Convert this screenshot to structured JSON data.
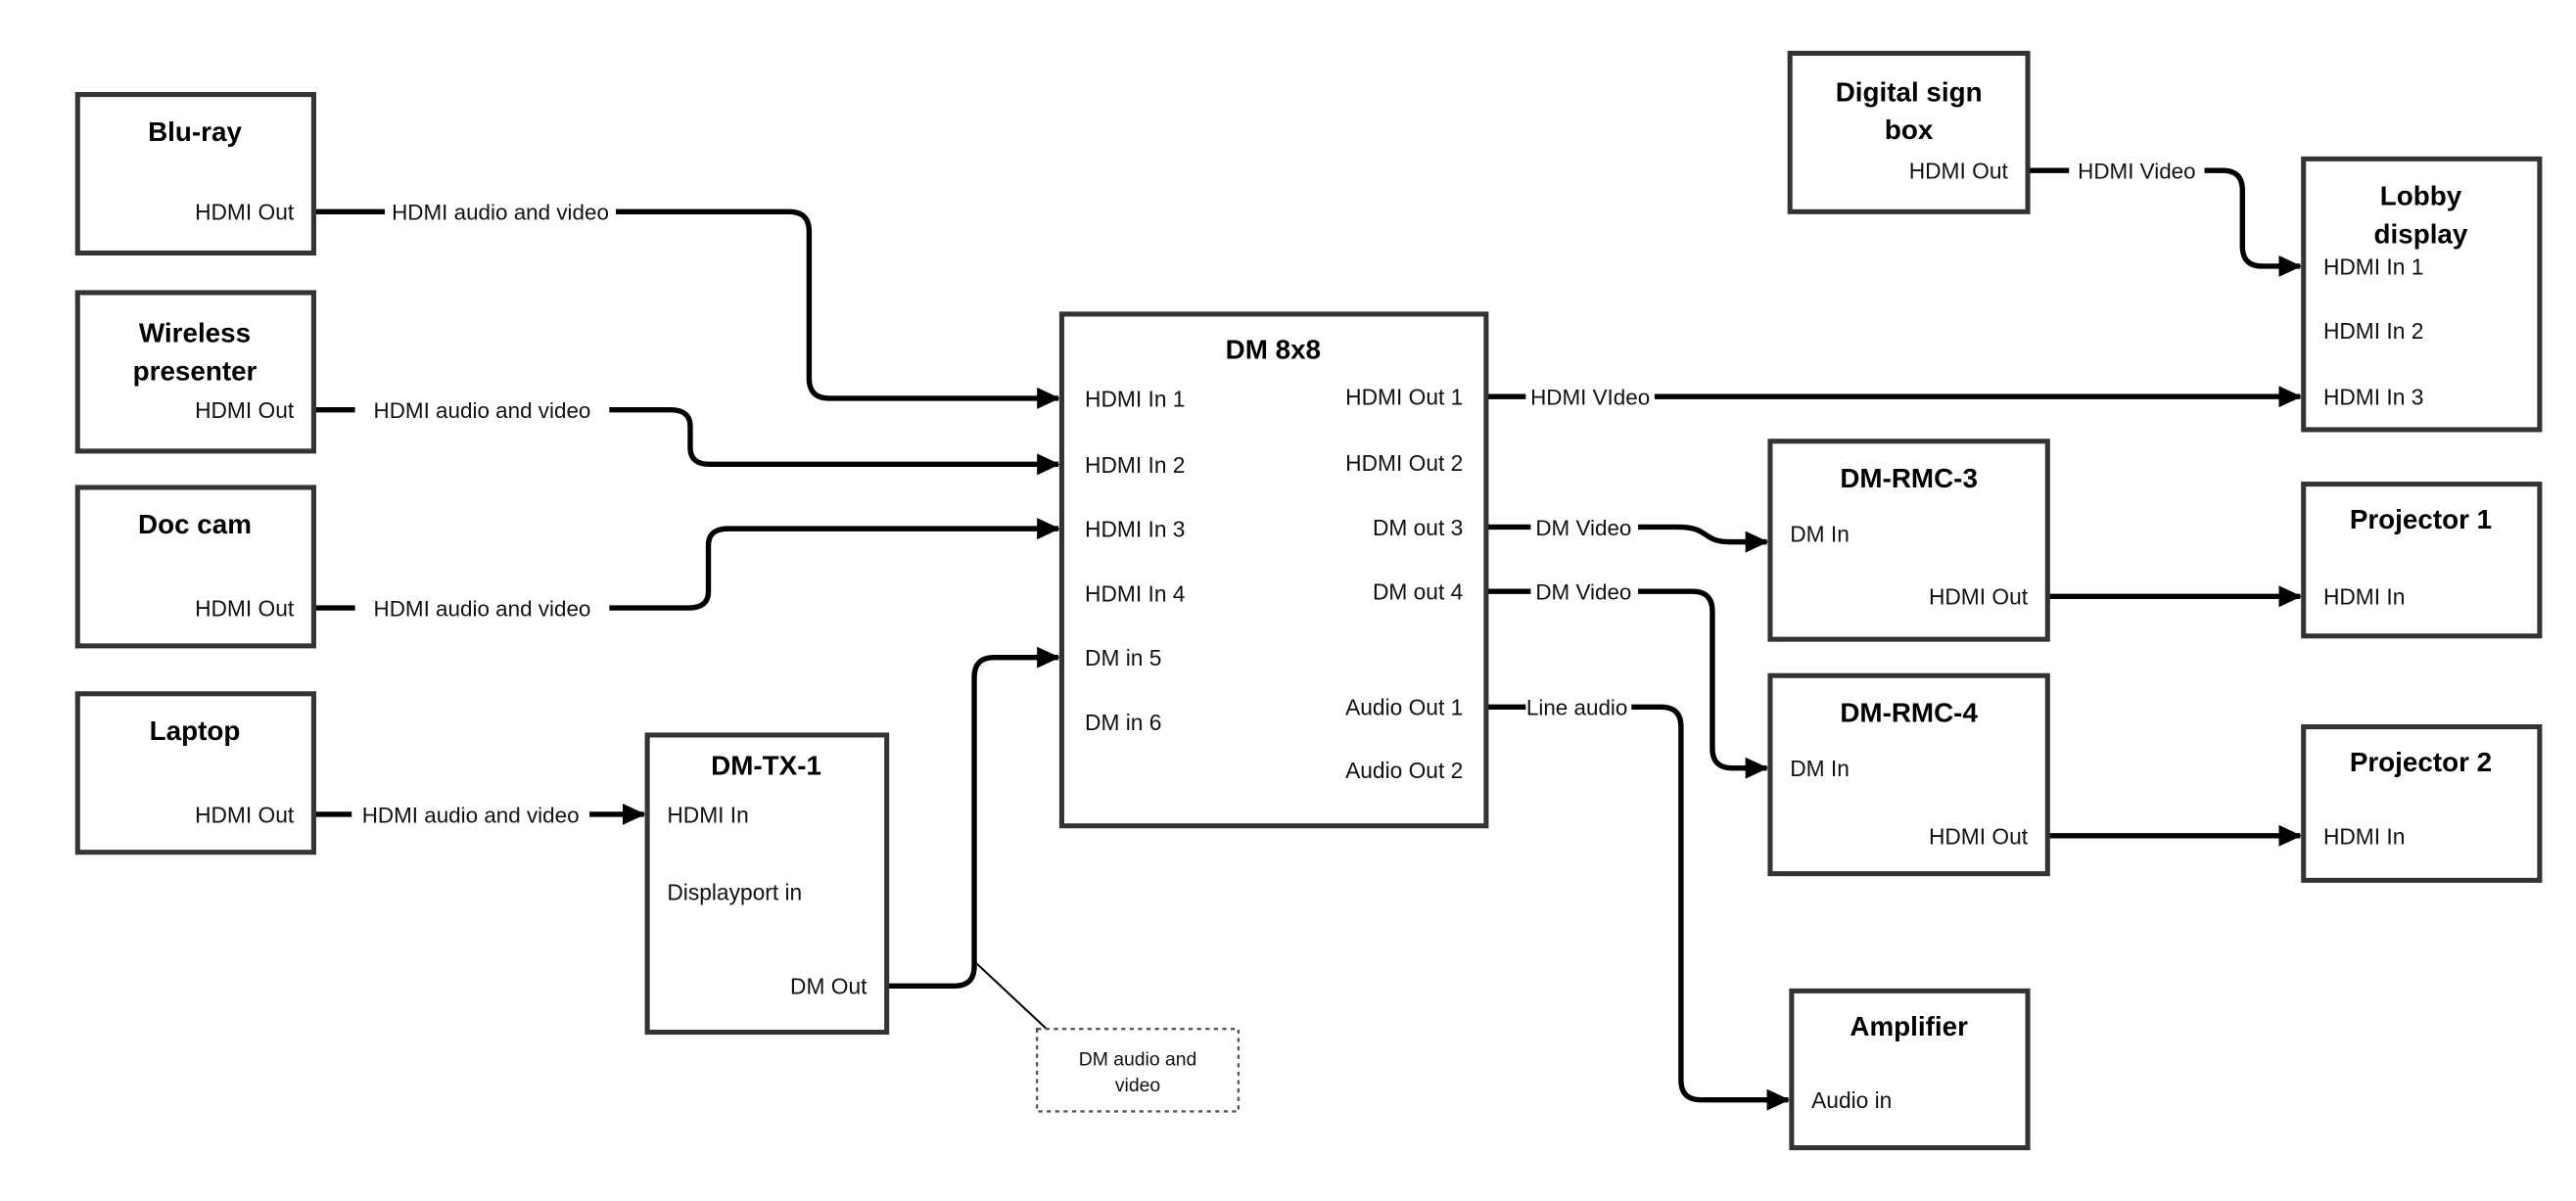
{
  "diagram": {
    "background": "#ffffff",
    "wire_color": "#000000",
    "box_border_color": "#333333",
    "text_color": "#000000"
  },
  "nodes": {
    "bluray": {
      "title": [
        "Blu-ray"
      ],
      "ports": {
        "hdmi_out": "HDMI Out"
      }
    },
    "wireless": {
      "title": [
        "Wireless",
        "presenter"
      ],
      "ports": {
        "hdmi_out": "HDMI Out"
      }
    },
    "doccam": {
      "title": [
        "Doc cam"
      ],
      "ports": {
        "hdmi_out": "HDMI Out"
      }
    },
    "laptop": {
      "title": [
        "Laptop"
      ],
      "ports": {
        "hdmi_out": "HDMI Out"
      }
    },
    "dmtx1": {
      "title": [
        "DM-TX-1"
      ],
      "ports": {
        "hdmi_in": "HDMI In",
        "displayport_in": "Displayport in",
        "dm_out": "DM Out"
      }
    },
    "dm8x8": {
      "title": [
        "DM 8x8"
      ],
      "left_ports": [
        "HDMI In 1",
        "HDMI In 2",
        "HDMI In 3",
        "HDMI In 4",
        "DM in 5",
        "DM in 6"
      ],
      "right_ports": [
        "HDMI Out 1",
        "HDMI Out 2",
        "DM out 3",
        "DM out 4",
        "Audio Out 1",
        "Audio Out 2"
      ]
    },
    "digisign": {
      "title": [
        "Digital sign",
        "box"
      ],
      "ports": {
        "hdmi_out": "HDMI Out"
      }
    },
    "lobby": {
      "title": [
        "Lobby",
        "display"
      ],
      "left_ports": [
        "HDMI In 1",
        "HDMI In 2",
        "HDMI In 3"
      ]
    },
    "dmrmc3": {
      "title": [
        "DM-RMC-3"
      ],
      "ports": {
        "dm_in": "DM In",
        "hdmi_out": "HDMI Out"
      }
    },
    "proj1": {
      "title": [
        "Projector 1"
      ],
      "ports": {
        "hdmi_in": "HDMI In"
      }
    },
    "dmrmc4": {
      "title": [
        "DM-RMC-4"
      ],
      "ports": {
        "dm_in": "DM In",
        "hdmi_out": "HDMI Out"
      }
    },
    "proj2": {
      "title": [
        "Projector 2"
      ],
      "ports": {
        "hdmi_in": "HDMI In"
      }
    },
    "amplifier": {
      "title": [
        "Amplifier"
      ],
      "ports": {
        "audio_in": "Audio in"
      }
    },
    "note": {
      "lines": [
        "DM audio and",
        "video"
      ]
    }
  },
  "edge_labels": {
    "bluray_to_dm8x8": "HDMI audio and video",
    "wireless_to_dm8x8": "HDMI audio and video",
    "doccam_to_dm8x8": "HDMI audio and video",
    "laptop_to_dmtx1": "HDMI audio and video",
    "hdmi_out1_to_lobby": "HDMI VIdeo",
    "dm_out3_to_dmrmc3": "DM Video",
    "dm_out4_to_dmrmc4": "DM Video",
    "audio_out1_to_amplifier": "Line audio",
    "digisign_to_lobby": "HDMI Video"
  }
}
